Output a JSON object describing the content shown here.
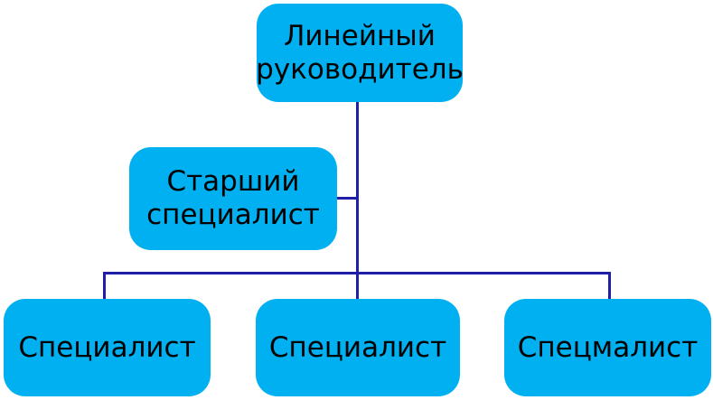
{
  "diagram": {
    "type": "org-chart",
    "colors": {
      "node_fill": "#00b0f0",
      "node_text": "#000000",
      "connector": "#1e1ea8",
      "background": "#ffffff"
    },
    "nodes": {
      "root": {
        "label": "Линейный руководитель"
      },
      "assistant": {
        "label": "Старший специалист"
      },
      "child1": {
        "label": "Специалист"
      },
      "child2": {
        "label": "Специалист"
      },
      "child3": {
        "label": "Спецмалист"
      }
    },
    "edges": [
      {
        "from": "root",
        "to": "assistant"
      },
      {
        "from": "root",
        "to": "child1"
      },
      {
        "from": "root",
        "to": "child2"
      },
      {
        "from": "root",
        "to": "child3"
      }
    ]
  }
}
